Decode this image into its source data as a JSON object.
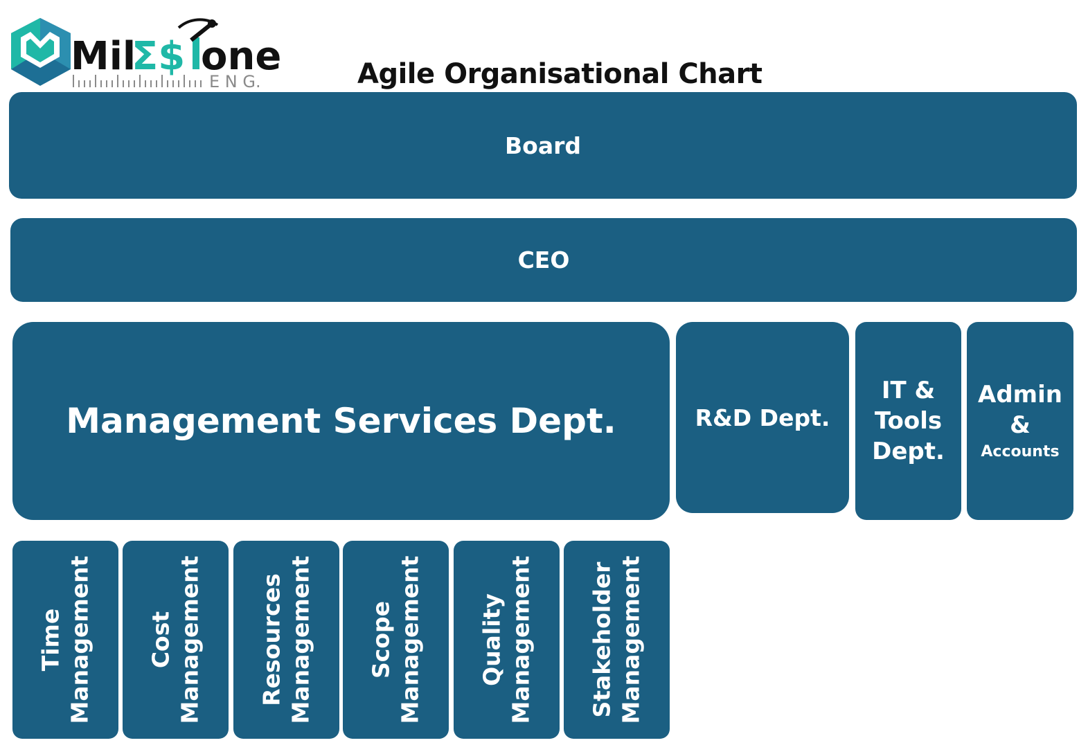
{
  "logo": {
    "word_a": "Mil",
    "word_b": "Σ$",
    "word_c": "one",
    "sub": "E N G."
  },
  "title": "Agile Organisational Chart",
  "board": "Board",
  "ceo": "CEO",
  "departments": {
    "management": "Management Services Dept.",
    "rnd": "R&D Dept.",
    "it": [
      "IT &",
      "Tools",
      "Dept."
    ],
    "admin": [
      "Admin",
      "&",
      "Accounts"
    ]
  },
  "management_units": [
    [
      "Time",
      "Management"
    ],
    [
      "Cost",
      "Management"
    ],
    [
      "Resources",
      "Management"
    ],
    [
      "Scope",
      "Management"
    ],
    [
      "Quality",
      "Management"
    ],
    [
      "Stakeholder",
      "Management"
    ]
  ],
  "colors": {
    "box": "#1b5f82",
    "logo_teal": "#1fb8a7",
    "logo_blue": "#1d6f95",
    "logo_gray": "#8a8a8a"
  }
}
